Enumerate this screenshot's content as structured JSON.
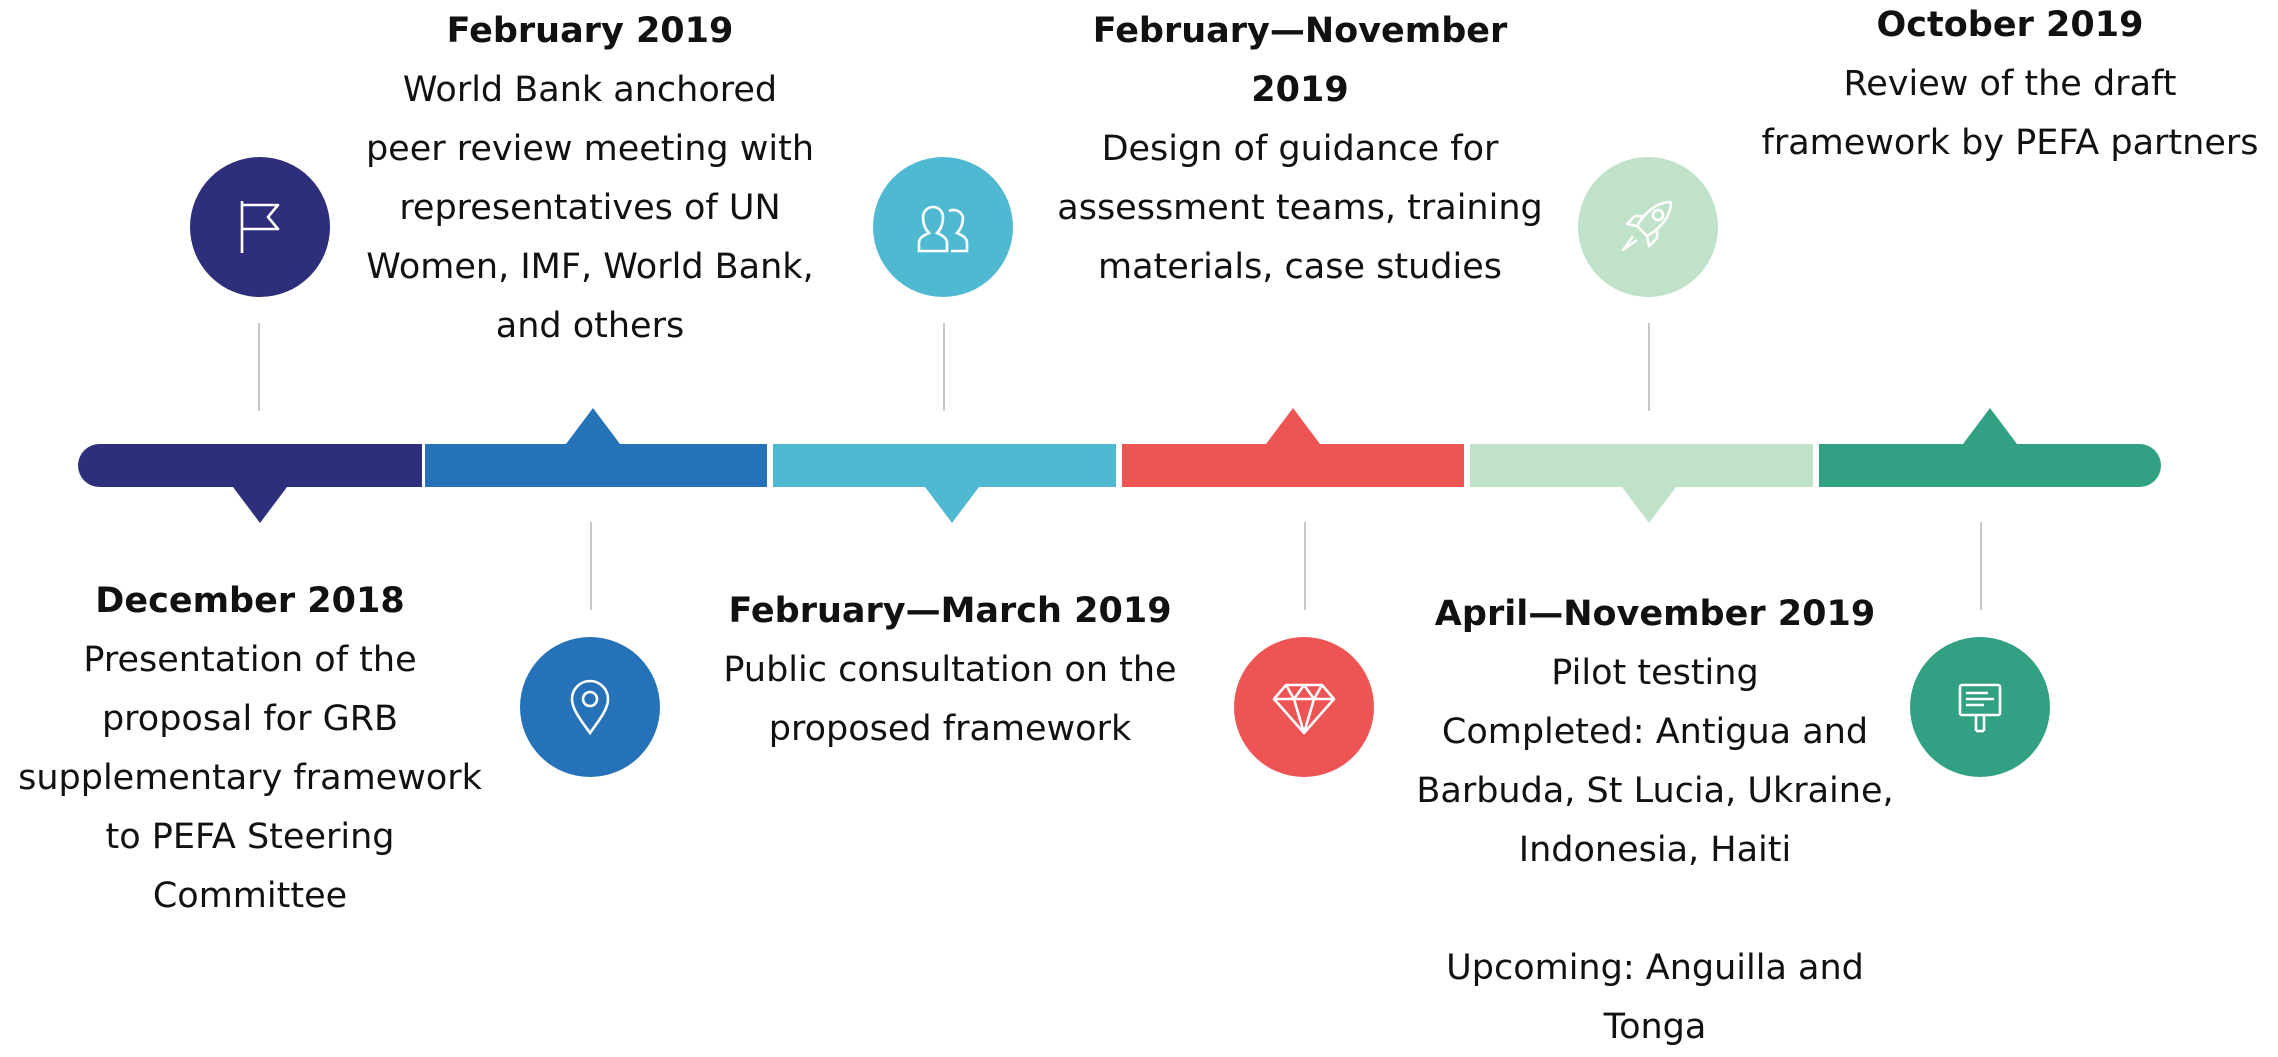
{
  "colors": {
    "navy": "#2e2f7a",
    "blue": "#2672b8",
    "cyan": "#50b9d2",
    "red": "#ee5454",
    "mint": "#c0e2c8",
    "teal": "#32a083",
    "stem": "#c8c8c8"
  },
  "milestones": [
    {
      "date": "December 2018",
      "description": "Presentation of the\nproposal for GRB\nsupplementary framework\nto PEFA Steering\nCommittee",
      "icon": "flag-icon"
    },
    {
      "date": "February 2019",
      "description": "World Bank anchored\npeer review meeting with\nrepresentatives of UN\nWomen, IMF,  World Bank,\nand others",
      "icon": "location-pin-icon"
    },
    {
      "date": "February—March 2019",
      "description": "Public consultation on the\nproposed framework",
      "icon": "users-icon"
    },
    {
      "date": "February—November\n2019",
      "description": "Design of guidance for\nassessment teams, training\nmaterials, case studies",
      "icon": "diamond-icon"
    },
    {
      "date": "April—November 2019",
      "description": "Pilot testing\nCompleted: Antigua and\nBarbuda, St Lucia, Ukraine,\nIndonesia, Haiti\n\nUpcoming: Anguilla and Tonga",
      "icon": "rocket-icon"
    },
    {
      "date": "October 2019",
      "description": "Review of the draft\nframework by PEFA partners",
      "icon": "signboard-icon"
    }
  ]
}
